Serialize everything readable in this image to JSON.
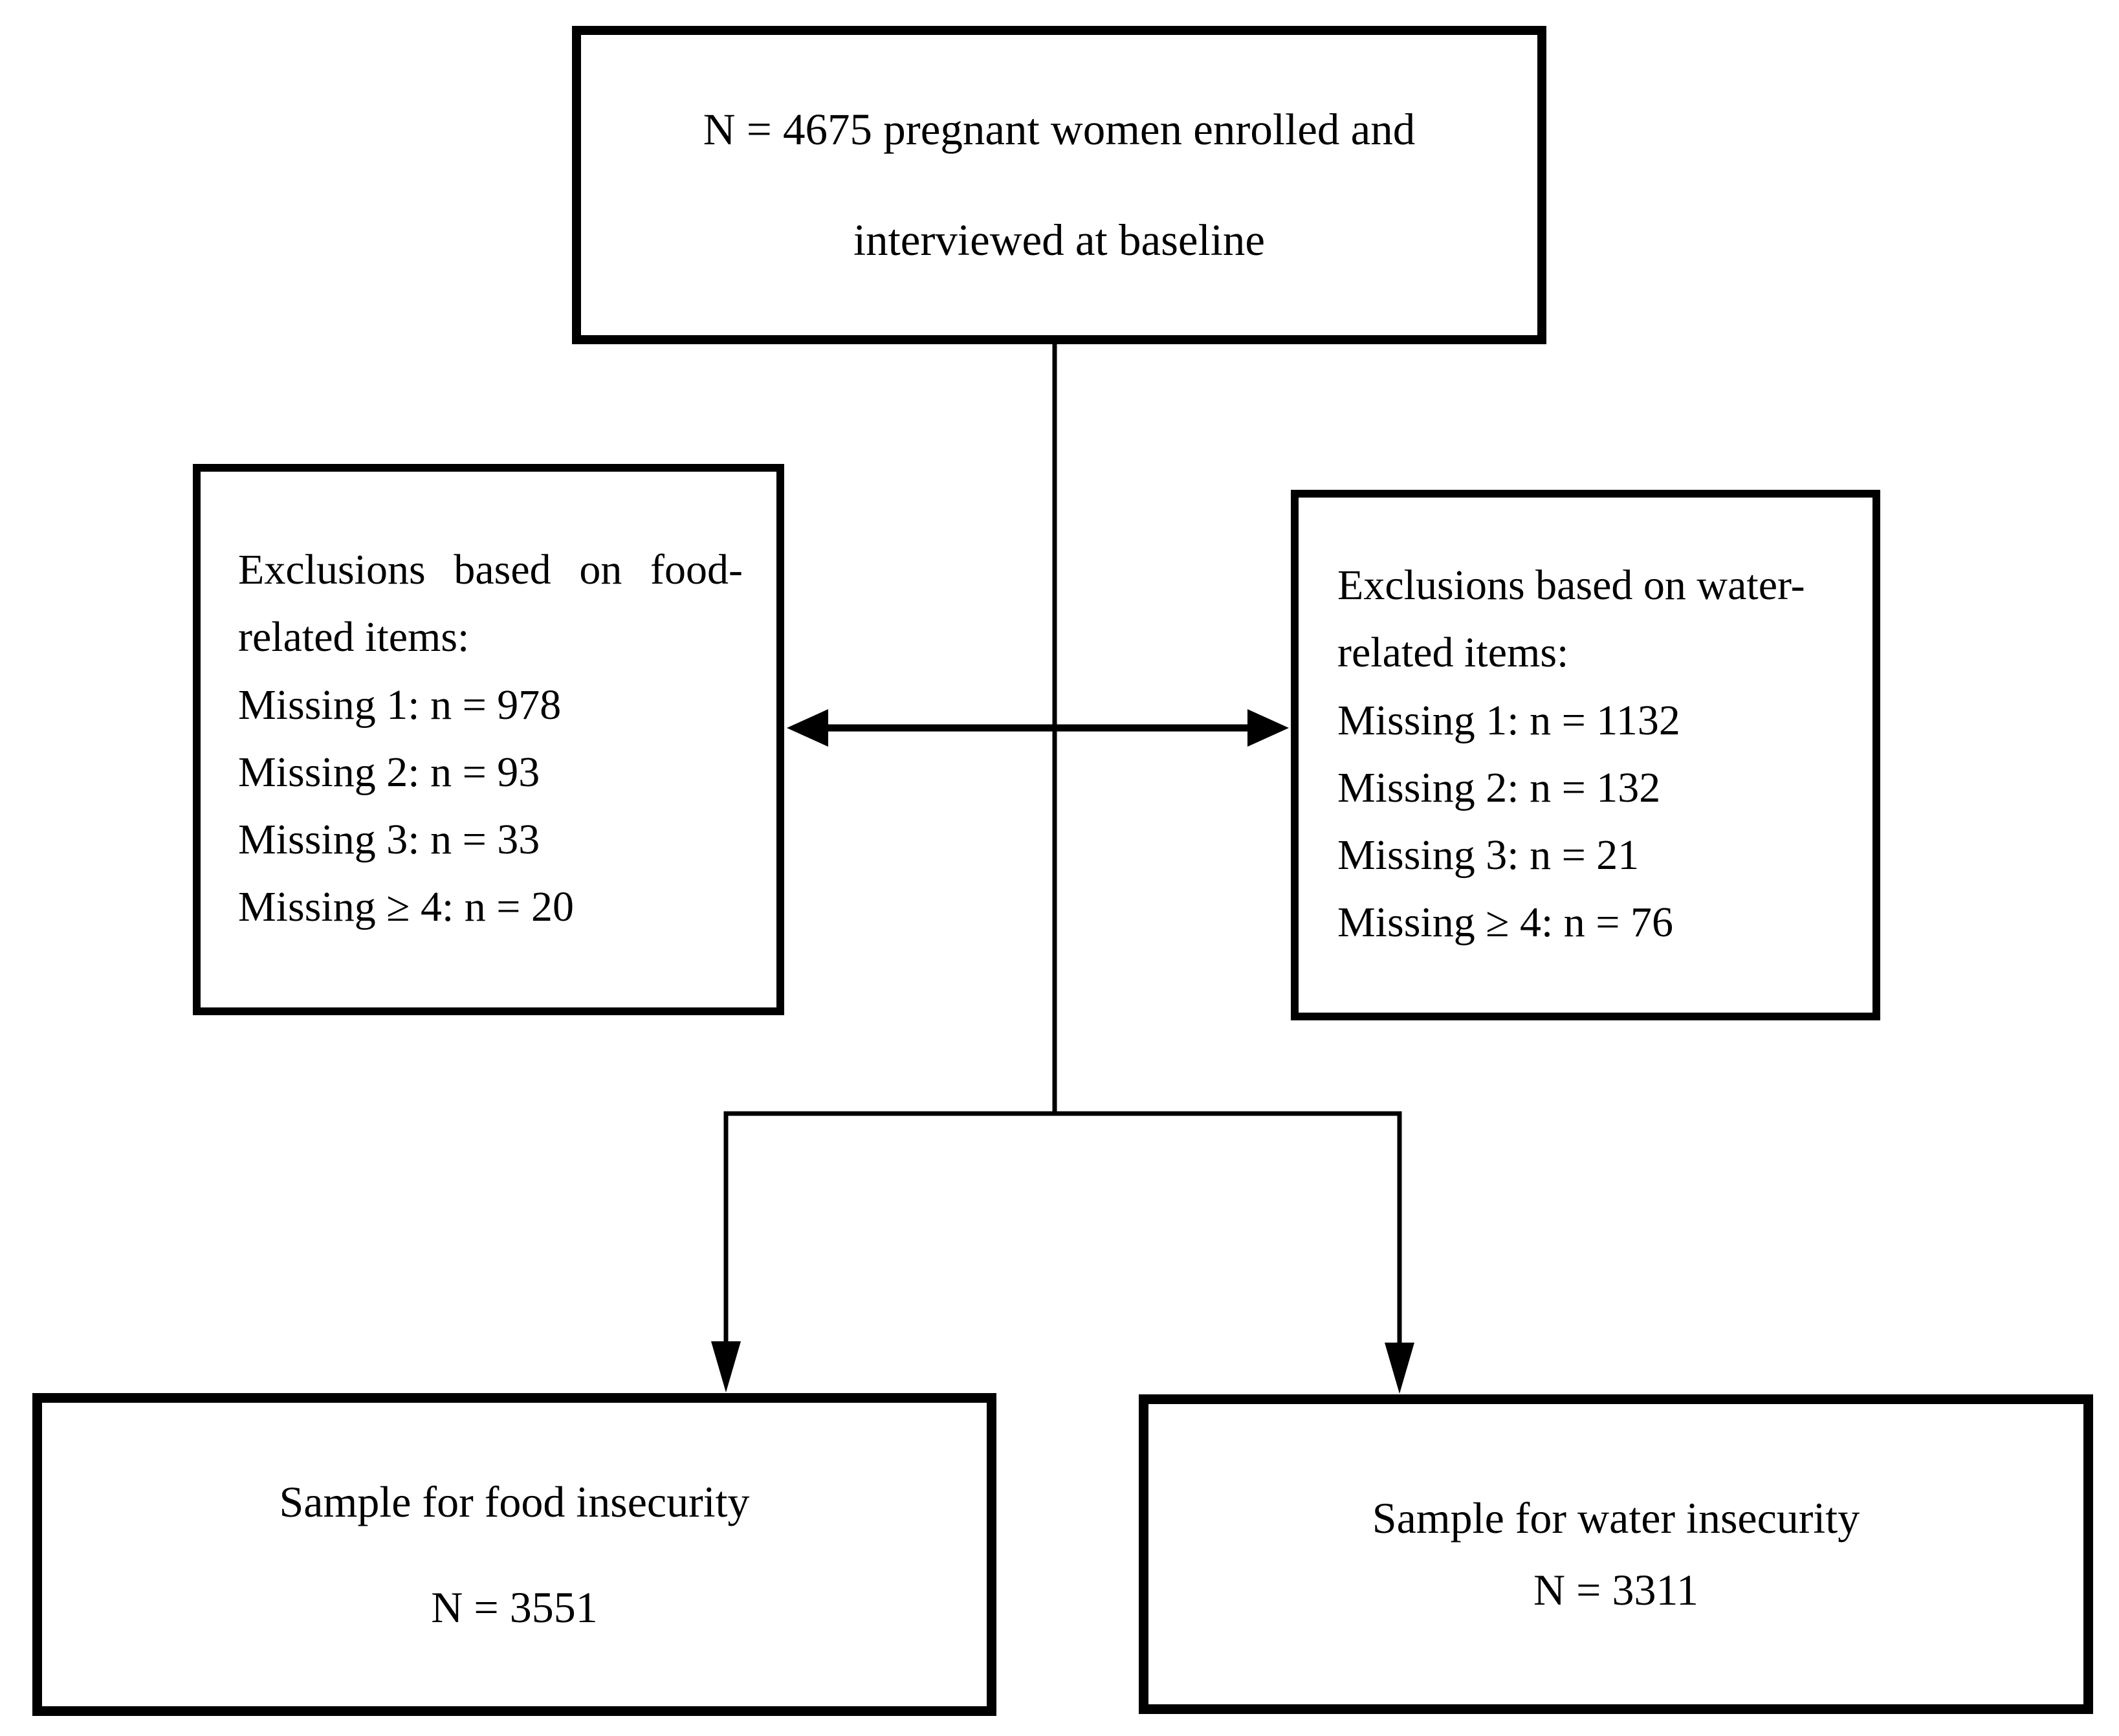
{
  "figure": {
    "enrollment_box": {
      "line1": "N = 4675 pregnant women enrolled and",
      "line2": "interviewed at baseline"
    },
    "food_exclusions_box": {
      "title_line1": "Exclusions based on food-",
      "title_line2": "related items:",
      "items": [
        "Missing 1: n = 978",
        "Missing 2: n = 93",
        "Missing 3: n = 33",
        "Missing ≥ 4: n = 20"
      ]
    },
    "water_exclusions_box": {
      "title_line1": "Exclusions based on water-",
      "title_line2": "related items:",
      "items": [
        "Missing 1: n = 1132",
        "Missing 2: n = 132",
        "Missing 3: n = 21",
        "Missing ≥ 4: n = 76"
      ]
    },
    "food_sample_box": {
      "line1": "Sample for food insecurity",
      "line2": "N = 3551"
    },
    "water_sample_box": {
      "line1": "Sample for water insecurity",
      "line2": "N = 3311"
    },
    "colors": {
      "ink": "#000000",
      "background": "#ffffff"
    }
  }
}
